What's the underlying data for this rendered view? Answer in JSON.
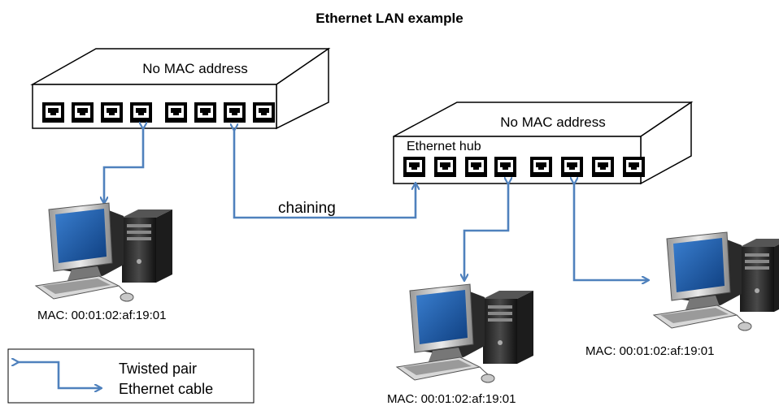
{
  "title": "Ethernet LAN example",
  "hub_left": {
    "label": "No MAC address",
    "port_count": 8
  },
  "hub_right": {
    "label": "No MAC address",
    "name": "Ethernet hub",
    "port_count": 8
  },
  "chain_label": "chaining",
  "computers": [
    {
      "mac": "MAC: 00:01:02:af:19:01"
    },
    {
      "mac": "MAC: 00:01:02:af:19:01"
    },
    {
      "mac": "MAC: 00:01:02:af:19:01"
    }
  ],
  "legend": {
    "line1": "Twisted pair",
    "line2": "Ethernet cable"
  },
  "colors": {
    "cable": "#4f81bd",
    "monitor_screen": "#1f5fa8",
    "device": "#000000"
  }
}
